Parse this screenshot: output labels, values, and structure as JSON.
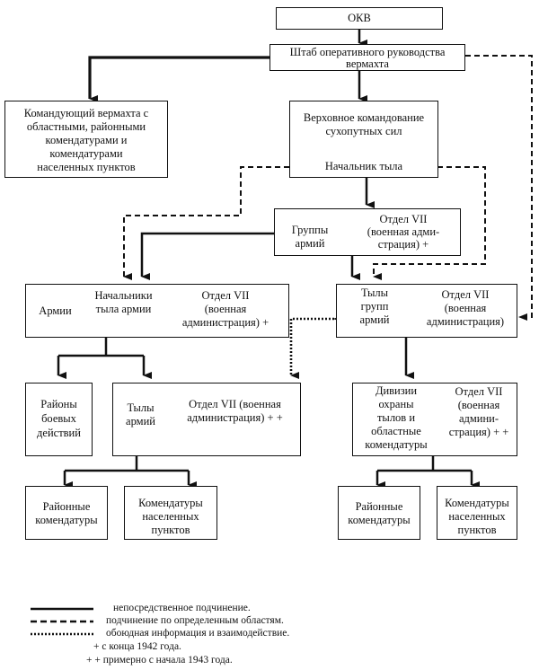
{
  "nodes": {
    "okw": "ОКВ",
    "staff": [
      "Штаб оперативного руководства",
      "вермахта"
    ],
    "commander": [
      "Командующий вермахта с",
      "областными, районными",
      "комендатурами и",
      "комендатурами",
      "населенных пунктов"
    ],
    "okh": [
      "Верховное командование",
      "сухопутных сил"
    ],
    "rear_chief": "Начальник тыла",
    "army_groups": [
      "Группы",
      "армий"
    ],
    "dept7_ag": [
      "Отдел VII",
      "(военная адми-",
      "страция) +"
    ],
    "armies": "Армии",
    "army_rear_chiefs": [
      "Начальники",
      "тыла армии"
    ],
    "dept7_armies": [
      "Отдел VII",
      "(военная",
      "администрация) +"
    ],
    "ag_rear": [
      "Тылы",
      "групп",
      "армий"
    ],
    "dept7_ag_rear": [
      "Отдел VII",
      "(военная",
      "администрация)"
    ],
    "combat_areas": [
      "Районы",
      "боевых",
      "действий"
    ],
    "army_rear": [
      "Тылы",
      "армий"
    ],
    "dept7_army_rear": [
      "Отдел VII (военная",
      "администрация) + +"
    ],
    "security_divisions": [
      "Дивизии",
      "охраны",
      "тылов и",
      "областные",
      "комендатуры"
    ],
    "dept7_security": [
      "Отдел VII",
      "(военная",
      "админи-",
      "страция) + +"
    ],
    "district_offices_left": [
      "Районные",
      "комендатуры"
    ],
    "settlement_offices_left": [
      "Комендатуры",
      "населенных",
      "пунктов"
    ],
    "district_offices_right": [
      "Районные",
      "комендатуры"
    ],
    "settlement_offices_right": [
      "Комендатуры",
      "населенных",
      "пунктов"
    ]
  },
  "legend": {
    "solid": "непосредственное подчинение.",
    "dashed": "подчинение по определенным областям.",
    "dotted": "обоюдная информация и взаимодействие.",
    "plus": "+ с конца 1942 года.",
    "plusplus": "+ + примерно с начала 1943 года."
  }
}
